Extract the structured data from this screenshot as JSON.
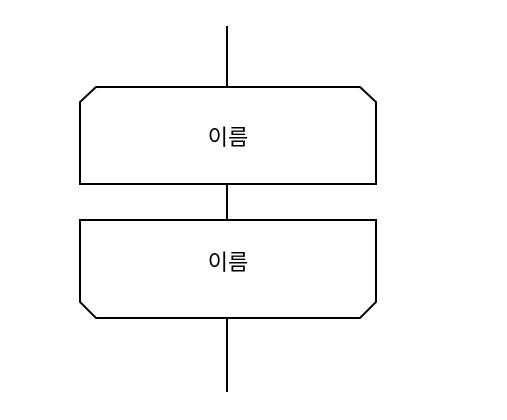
{
  "diagram": {
    "blocks": [
      {
        "label": "이름",
        "corner_style": "top-cut"
      },
      {
        "label": "이름",
        "corner_style": "bottom-cut"
      }
    ],
    "colors": {
      "stroke": "#000000",
      "fill": "#ffffff",
      "text": "#000000"
    }
  }
}
